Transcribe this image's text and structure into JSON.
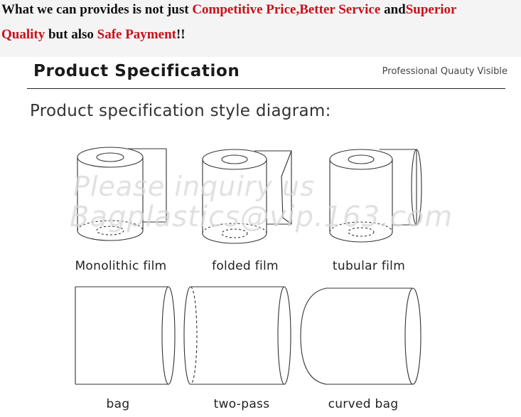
{
  "banner": {
    "line1": {
      "part1": "What we can provides is not just ",
      "part2": "Competitive Price,Better Service",
      "part3": " and",
      "part4": "Superior"
    },
    "line2": {
      "part1": "Quality",
      "part2": " but also ",
      "part3": "Safe Payment",
      "part4": "!!"
    },
    "accent_color": "#c8101b"
  },
  "section": {
    "title": "Product Specification",
    "subtitle": "Professional Quauty Visible"
  },
  "diagram": {
    "heading": "Product specification style diagram:",
    "items": [
      {
        "label": "Monolithic film",
        "icon": "roll-monolithic-film-icon"
      },
      {
        "label": "folded film",
        "icon": "roll-folded-film-icon"
      },
      {
        "label": "tubular film",
        "icon": "roll-tubular-film-icon"
      },
      {
        "label": "bag",
        "icon": "bag-icon"
      },
      {
        "label": "two-pass",
        "icon": "two-pass-bag-icon"
      },
      {
        "label": "curved bag",
        "icon": "curved-bag-icon"
      }
    ]
  },
  "watermark": {
    "line1": "Please inquiry us",
    "line2": "Bagplastics@vip.163.com"
  }
}
